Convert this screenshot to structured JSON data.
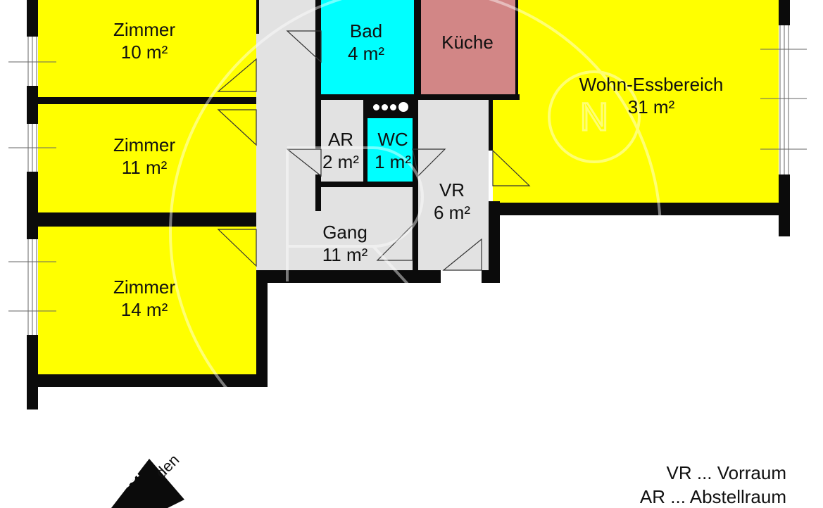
{
  "rooms": {
    "zimmer1": {
      "name": "Zimmer",
      "area": "10 m²"
    },
    "zimmer2": {
      "name": "Zimmer",
      "area": "11 m²"
    },
    "zimmer3": {
      "name": "Zimmer",
      "area": "14 m²"
    },
    "bad": {
      "name": "Bad",
      "area": "4 m²"
    },
    "kueche": {
      "name": "Küche"
    },
    "wohn": {
      "name": "Wohn-Essbereich",
      "area": "31 m²"
    },
    "ar": {
      "name": "AR",
      "area": "2 m²"
    },
    "wc": {
      "name": "WC",
      "area": "1 m²"
    },
    "vr": {
      "name": "VR",
      "area": "6 m²"
    },
    "gang": {
      "name": "Gang",
      "area": "11 m²"
    }
  },
  "compass": {
    "part1": "Nor",
    "part2": "den"
  },
  "legend": [
    {
      "text": "VR ... Vorraum"
    },
    {
      "text": "AR ... Abstellraum"
    }
  ],
  "colors": {
    "bedroom": "#ffff00",
    "wet_room": "#00ffff",
    "kitchen": "#d28686",
    "hallway": "#e2e2e2",
    "wall": "#0b0b0b"
  },
  "watermark_letter": "N"
}
